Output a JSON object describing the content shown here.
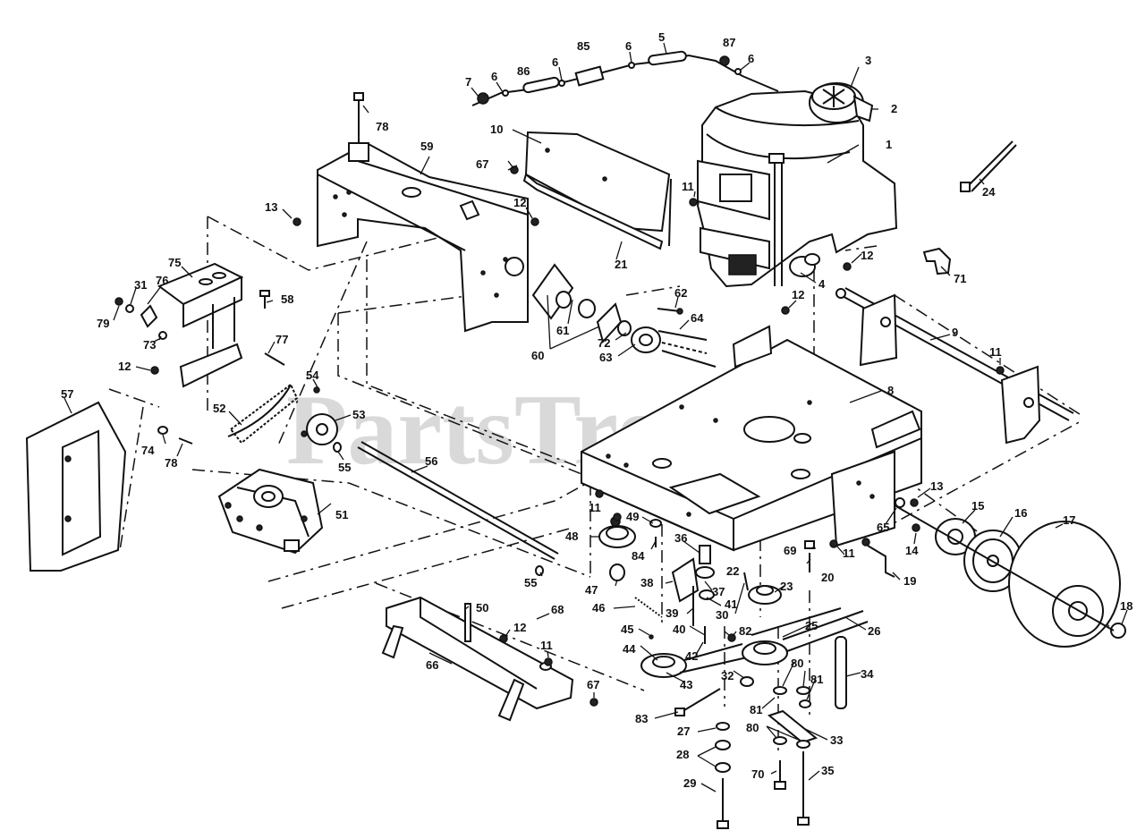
{
  "watermark": {
    "text": "PartsTree",
    "trademark": "™"
  },
  "callouts": [
    {
      "id": "c1",
      "label": "1"
    },
    {
      "id": "c2",
      "label": "2"
    },
    {
      "id": "c3",
      "label": "3"
    },
    {
      "id": "c4",
      "label": "4"
    },
    {
      "id": "c5",
      "label": "5"
    },
    {
      "id": "c6a",
      "label": "6"
    },
    {
      "id": "c6b",
      "label": "6"
    },
    {
      "id": "c6c",
      "label": "6"
    },
    {
      "id": "c6d",
      "label": "6"
    },
    {
      "id": "c7",
      "label": "7"
    },
    {
      "id": "c8",
      "label": "8"
    },
    {
      "id": "c9",
      "label": "9"
    },
    {
      "id": "c10",
      "label": "10"
    },
    {
      "id": "c11a",
      "label": "11"
    },
    {
      "id": "c11b",
      "label": "11"
    },
    {
      "id": "c11c",
      "label": "11"
    },
    {
      "id": "c11d",
      "label": "11"
    },
    {
      "id": "c11e",
      "label": "11"
    },
    {
      "id": "c12a",
      "label": "12"
    },
    {
      "id": "c12b",
      "label": "12"
    },
    {
      "id": "c12c",
      "label": "12"
    },
    {
      "id": "c12d",
      "label": "12"
    },
    {
      "id": "c12e",
      "label": "12"
    },
    {
      "id": "c13a",
      "label": "13"
    },
    {
      "id": "c13b",
      "label": "13"
    },
    {
      "id": "c14",
      "label": "14"
    },
    {
      "id": "c15",
      "label": "15"
    },
    {
      "id": "c16",
      "label": "16"
    },
    {
      "id": "c17",
      "label": "17"
    },
    {
      "id": "c18",
      "label": "18"
    },
    {
      "id": "c19",
      "label": "19"
    },
    {
      "id": "c20",
      "label": "20"
    },
    {
      "id": "c21",
      "label": "21"
    },
    {
      "id": "c22",
      "label": "22"
    },
    {
      "id": "c23",
      "label": "23"
    },
    {
      "id": "c24",
      "label": "24"
    },
    {
      "id": "c25",
      "label": "25"
    },
    {
      "id": "c26",
      "label": "26"
    },
    {
      "id": "c27",
      "label": "27"
    },
    {
      "id": "c28",
      "label": "28"
    },
    {
      "id": "c29",
      "label": "29"
    },
    {
      "id": "c30",
      "label": "30"
    },
    {
      "id": "c31",
      "label": "31"
    },
    {
      "id": "c32",
      "label": "32"
    },
    {
      "id": "c33",
      "label": "33"
    },
    {
      "id": "c34",
      "label": "34"
    },
    {
      "id": "c35",
      "label": "35"
    },
    {
      "id": "c36",
      "label": "36"
    },
    {
      "id": "c37",
      "label": "37"
    },
    {
      "id": "c38",
      "label": "38"
    },
    {
      "id": "c39",
      "label": "39"
    },
    {
      "id": "c40",
      "label": "40"
    },
    {
      "id": "c41",
      "label": "41"
    },
    {
      "id": "c42",
      "label": "42"
    },
    {
      "id": "c43",
      "label": "43"
    },
    {
      "id": "c44",
      "label": "44"
    },
    {
      "id": "c45",
      "label": "45"
    },
    {
      "id": "c46",
      "label": "46"
    },
    {
      "id": "c47",
      "label": "47"
    },
    {
      "id": "c48",
      "label": "48"
    },
    {
      "id": "c49",
      "label": "49"
    },
    {
      "id": "c50",
      "label": "50"
    },
    {
      "id": "c51",
      "label": "51"
    },
    {
      "id": "c52",
      "label": "52"
    },
    {
      "id": "c53",
      "label": "53"
    },
    {
      "id": "c54",
      "label": "54"
    },
    {
      "id": "c55a",
      "label": "55"
    },
    {
      "id": "c55b",
      "label": "55"
    },
    {
      "id": "c56",
      "label": "56"
    },
    {
      "id": "c57",
      "label": "57"
    },
    {
      "id": "c58",
      "label": "58"
    },
    {
      "id": "c59",
      "label": "59"
    },
    {
      "id": "c60",
      "label": "60"
    },
    {
      "id": "c61",
      "label": "61"
    },
    {
      "id": "c62",
      "label": "62"
    },
    {
      "id": "c63",
      "label": "63"
    },
    {
      "id": "c64",
      "label": "64"
    },
    {
      "id": "c65",
      "label": "65"
    },
    {
      "id": "c66",
      "label": "66"
    },
    {
      "id": "c67a",
      "label": "67"
    },
    {
      "id": "c67b",
      "label": "67"
    },
    {
      "id": "c68",
      "label": "68"
    },
    {
      "id": "c69",
      "label": "69"
    },
    {
      "id": "c70",
      "label": "70"
    },
    {
      "id": "c71",
      "label": "71"
    },
    {
      "id": "c72",
      "label": "72"
    },
    {
      "id": "c73",
      "label": "73"
    },
    {
      "id": "c74",
      "label": "74"
    },
    {
      "id": "c75",
      "label": "75"
    },
    {
      "id": "c76",
      "label": "76"
    },
    {
      "id": "c77",
      "label": "77"
    },
    {
      "id": "c78a",
      "label": "78"
    },
    {
      "id": "c78b",
      "label": "78"
    },
    {
      "id": "c79",
      "label": "79"
    },
    {
      "id": "c80a",
      "label": "80"
    },
    {
      "id": "c80b",
      "label": "80"
    },
    {
      "id": "c81a",
      "label": "81"
    },
    {
      "id": "c81b",
      "label": "81"
    },
    {
      "id": "c82",
      "label": "82"
    },
    {
      "id": "c83",
      "label": "83"
    },
    {
      "id": "c84",
      "label": "84"
    },
    {
      "id": "c85",
      "label": "85"
    },
    {
      "id": "c86",
      "label": "86"
    },
    {
      "id": "c87",
      "label": "87"
    }
  ]
}
